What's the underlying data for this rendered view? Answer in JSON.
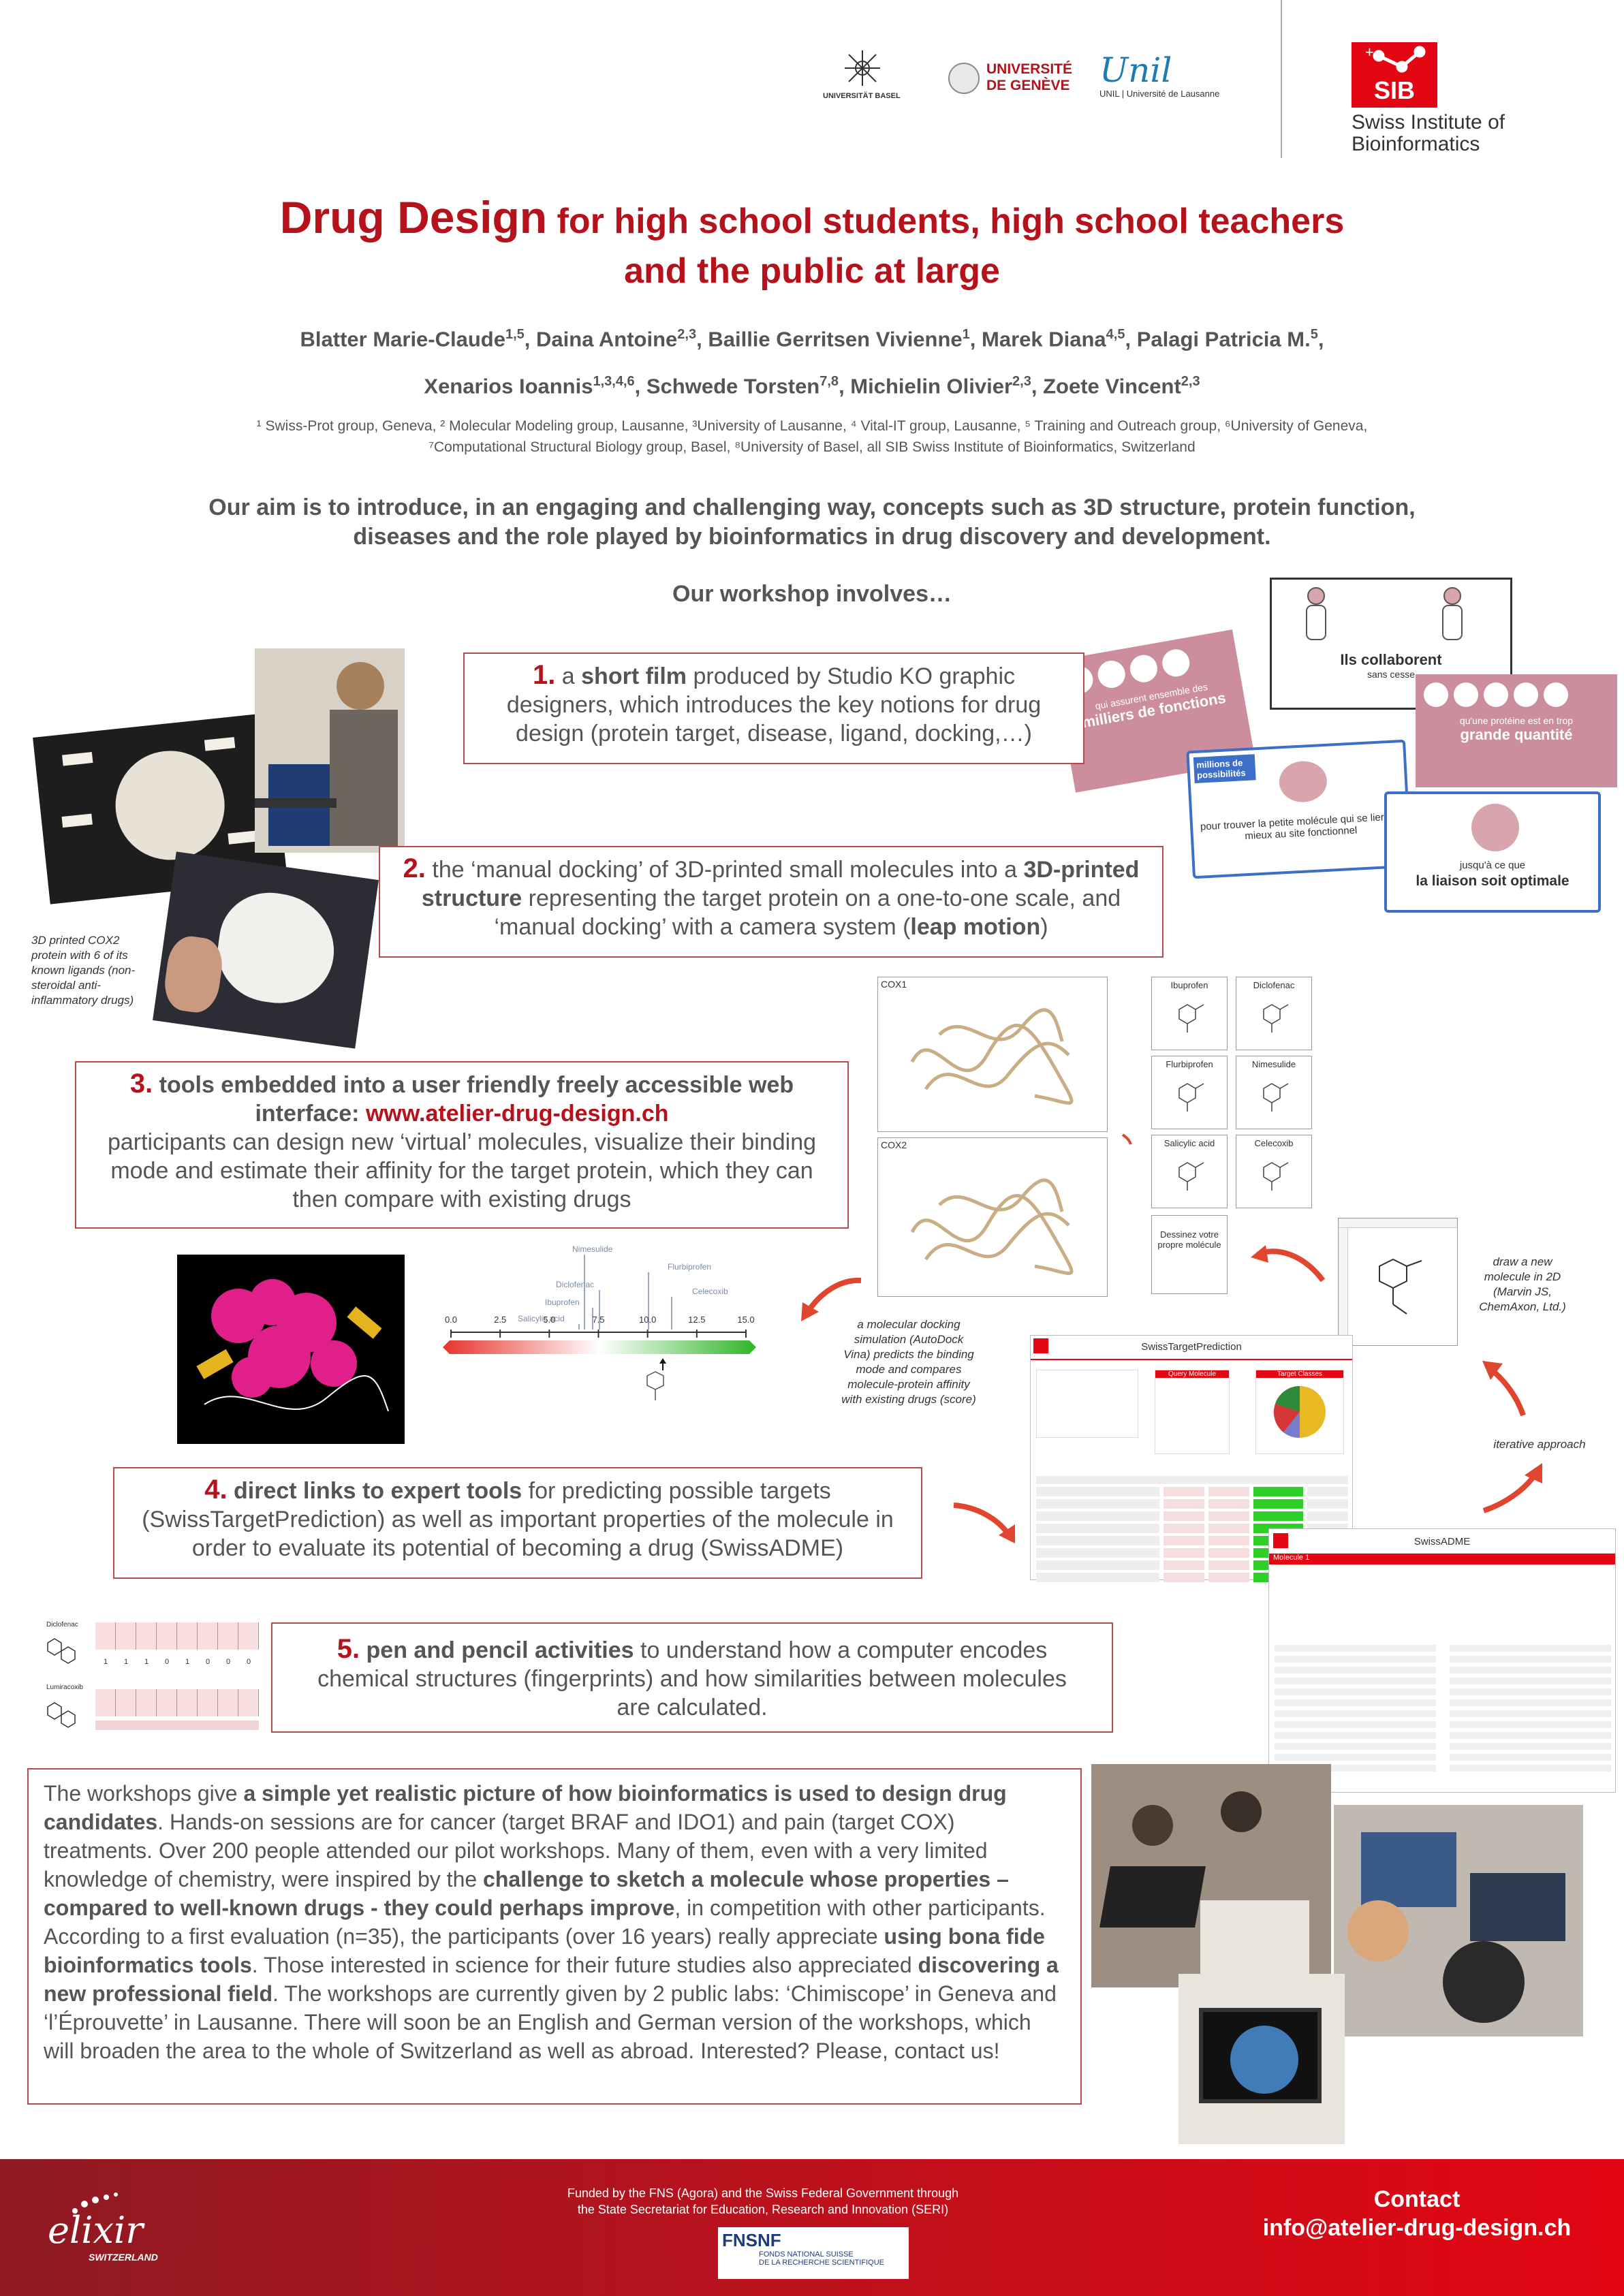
{
  "logos": {
    "basel": "UNIVERSITÄT BASEL",
    "geneve_1": "UNIVERSITÉ",
    "geneve_2": "DE GENÈVE",
    "unil_script": "Unil",
    "unil_text": "UNIL | Université de Lausanne",
    "sib_badge": "SIB",
    "sib_1": "Swiss Institute of",
    "sib_2": "Bioinformatics"
  },
  "title": {
    "lead": "Drug Design",
    "rest_1": " for high school students, high school teachers",
    "rest_2": "and the public at large"
  },
  "authors": {
    "line1": [
      {
        "name": "Blatter Marie-Claude",
        "sup": "1,5",
        "sep": ", "
      },
      {
        "name": "Daina Antoine",
        "sup": "2,3",
        "sep": ", "
      },
      {
        "name": "Baillie Gerritsen Vivienne",
        "sup": "1",
        "sep": ", "
      },
      {
        "name": "Marek Diana",
        "sup": "4,5",
        "sep": ", "
      },
      {
        "name": "Palagi Patricia M.",
        "sup": "5",
        "sep": ","
      }
    ],
    "line2": [
      {
        "name": "Xenarios Ioannis",
        "sup": "1,3,4,6",
        "sep": ", "
      },
      {
        "name": "Schwede Torsten",
        "sup": "7,8",
        "sep": ", "
      },
      {
        "name": "Michielin Olivier",
        "sup": "2,3",
        "sep": ", "
      },
      {
        "name": "Zoete Vincent",
        "sup": "2,3",
        "sep": ""
      }
    ]
  },
  "affiliations": {
    "line1": "¹ Swiss-Prot group, Geneva, ² Molecular Modeling group, Lausanne, ³University of Lausanne, ⁴ Vital-IT group, Lausanne, ⁵ Training and Outreach group, ⁶University of Geneva,",
    "line2": "⁷Computational Structural Biology group, Basel, ⁸University of Basel, all SIB Swiss Institute of Bioinformatics, Switzerland"
  },
  "aim": {
    "line1": "Our aim is to introduce, in an engaging and challenging way, concepts such as 3D structure, protein function,",
    "line2": "diseases and the role played by bioinformatics in drug discovery and development."
  },
  "workshop_heading": "Our workshop  involves…",
  "step1": {
    "num": "1.",
    "pre": " a ",
    "bold": "short film",
    "text": " produced by Studio KO graphic designers, which introduces the key notions for drug design (protein target, disease,  ligand, docking,…)"
  },
  "step2": {
    "num": "2.",
    "text1": " the ‘manual docking’ of 3D-printed small molecules into a ",
    "bold1": "3D-printed structure",
    "text2": " representing the target protein on a one-to-one scale, and ‘manual docking’ with a camera system (",
    "bold2": "leap motion",
    "text3": ")"
  },
  "step3": {
    "num": "3.",
    "bold": " tools embedded into a user friendly freely  accessible web interface:  ",
    "link": "www.atelier-drug-design.ch",
    "text": "participants can design new ‘virtual’ molecules, visualize their binding mode and estimate their affinity for the target protein, which  they can then compare with existing drugs"
  },
  "step4": {
    "num": "4.",
    "bold": " direct links to expert tools",
    "text": " for predicting possible targets (SwissTargetPrediction) as well as important properties of the molecule in order to evaluate its potential of becoming a drug (SwissADME)"
  },
  "step5": {
    "num": "5.",
    "bold": " pen and pencil activities",
    "text": " to understand how a computer encodes chemical structures (fingerprints) and how similarities between molecules are calculated."
  },
  "captions": {
    "cox2": "3D printed COX2 protein with 6  of its known ligands (non-steroidal anti-inflammatory drugs)",
    "docking": "a molecular docking simulation (AutoDock Vina) predicts the binding mode and compares molecule-protein affinity with existing drugs (score)",
    "draw": "draw a new molecule in 2D (Marvin JS, ChemAxon, Ltd.)",
    "iterative": "iterative approach"
  },
  "film_cards": {
    "c1": "qui assurent ensemble des",
    "c1b": "milliers de fonctions",
    "c2a": "Ils collaborent",
    "c2b": "sans cesse",
    "c3": "qu'une protéine est en trop",
    "c3b": "grande quantité",
    "c4a": "millions de possibilités",
    "c4b": "pour trouver la petite molécule qui se liera le mieux au site fonctionnel",
    "c5a": "jusqu'à ce que",
    "c5b": "la liaison soit optimale"
  },
  "molecules": {
    "cox1": "COX1",
    "cox2": "COX2",
    "names": [
      "Ibuprofen",
      "Diclofenac",
      "Flurbiprofen",
      "Nimesulide",
      "Salicylic acid",
      "Celecoxib"
    ],
    "dessinez": "Dessinez votre propre molécule"
  },
  "scale": {
    "ticks": [
      "0.0",
      "2.5",
      "5.0",
      "7.5",
      "10.0",
      "12.5",
      "15.0"
    ],
    "labels": [
      "Nimesulide",
      "Flurbiprofen",
      "Diclofenac",
      "Ibuprofen",
      "Salicylic acid",
      "Celecoxib"
    ]
  },
  "stp": {
    "title": "SwissTargetPrediction",
    "query": "Query Molecule",
    "pie": "Target Classes"
  },
  "adme": {
    "title": "SwissADME",
    "mol": "Molecule 1"
  },
  "fingerprints": {
    "a": "Diclofenac",
    "b": "Lumiracoxib",
    "bits": [
      "1",
      "1",
      "1",
      "0",
      "1",
      "0",
      "0",
      "0"
    ]
  },
  "summary": [
    {
      "t": "The workshops give ",
      "b": false
    },
    {
      "t": "a simple yet realistic picture of how bioinformatics is used to design drug candidates",
      "b": true
    },
    {
      "t": ". Hands-on sessions are for cancer (target BRAF and IDO1) and pain (target COX) treatments. Over 200 people attended our pilot workshops. Many of them, even with a very limited knowledge of chemistry, were inspired by the ",
      "b": false
    },
    {
      "t": "challenge to sketch a molecule whose properties – compared to well-known drugs -  they could perhaps improve",
      "b": true
    },
    {
      "t": ", in competition with other participants. According to a first evaluation (n=35), the participants (over 16 years) really appreciate ",
      "b": false
    },
    {
      "t": "using bona fide bioinformatics tools",
      "b": true
    },
    {
      "t": ". Those interested in science for their future studies also appreciated ",
      "b": false
    },
    {
      "t": "discovering a new professional field",
      "b": true
    },
    {
      "t": ". The workshops are currently given by 2 public labs: ‘Chimiscope’ in Geneva and ‘l’Éprouvette’ in Lausanne. There will soon be an English and German version of the workshops, which will broaden the area to the whole of Switzerland as well as abroad. Interested? Please, contact us!",
      "b": false
    }
  ],
  "footer": {
    "elixir": "elixir",
    "elixir_sub": "SWITZERLAND",
    "funded_1": "Funded by the FNS (Agora) and the Swiss Federal Government through",
    "funded_2": "the State Secretariat for Education, Research and Innovation (SERI)",
    "fns_logo": "FNSNF",
    "fns_1": "FONDS NATIONAL SUISSE",
    "fns_2": "DE LA RECHERCHE SCIENTIFIQUE",
    "contact_label": "Contact",
    "contact_email": "info@atelier-drug-design.ch"
  }
}
